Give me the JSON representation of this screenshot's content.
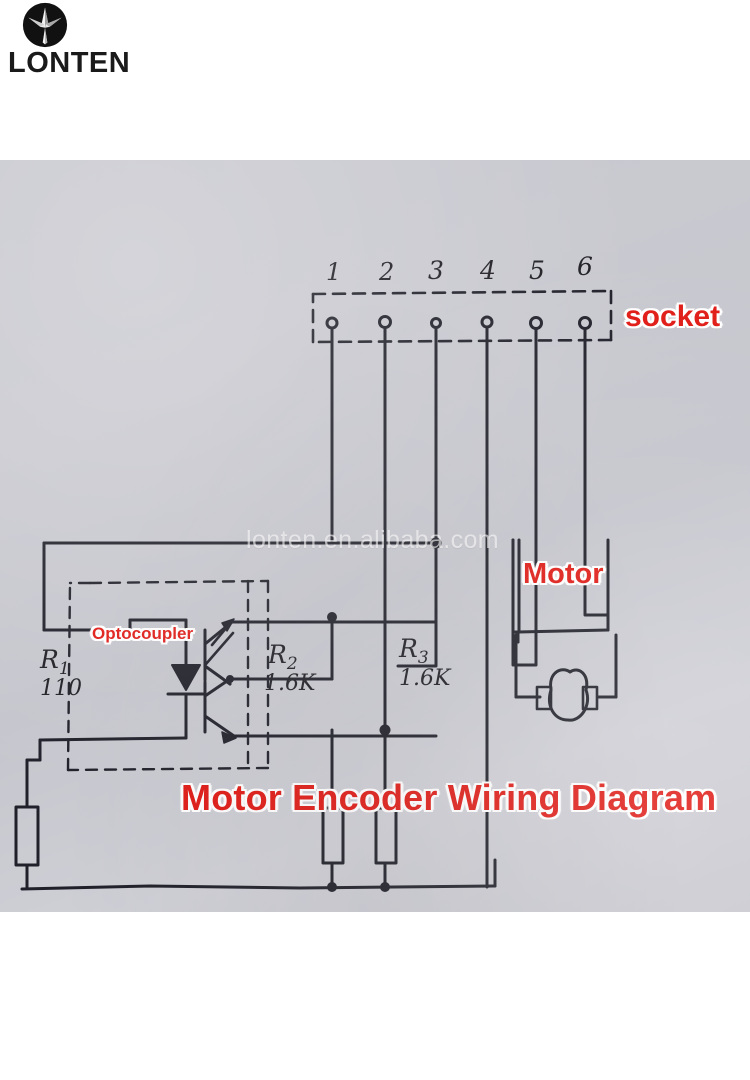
{
  "brand": {
    "name": "LONTEN",
    "logo_icon": "lonten-star-logo-icon"
  },
  "photo": {
    "watermark": "lonten.en.alibaba.com",
    "title": "Motor Encoder Wiring Diagram",
    "title_color": "#e01b16"
  },
  "labels": {
    "socket": "socket",
    "motor": "Motor",
    "optocoupler": "Optocoupler"
  },
  "socket": {
    "pin_count": 6,
    "pins": [
      {
        "number": "1"
      },
      {
        "number": "2"
      },
      {
        "number": "3"
      },
      {
        "number": "4"
      },
      {
        "number": "5"
      },
      {
        "number": "6"
      }
    ]
  },
  "components": {
    "resistors": [
      {
        "name": "R",
        "index": "1",
        "value": "110"
      },
      {
        "name": "R",
        "index": "2",
        "value": "1.6K"
      },
      {
        "name": "R",
        "index": "3",
        "value": "1.6K"
      }
    ],
    "led": "infrared-led",
    "transistors": [
      "phototransistor-upper",
      "phototransistor-lower"
    ],
    "motor": "dc-motor"
  },
  "colors": {
    "paper": "#c8c8cf",
    "ink": "#1e1e24",
    "accent_red": "#e01b16",
    "outline_white": "#ffffff"
  }
}
